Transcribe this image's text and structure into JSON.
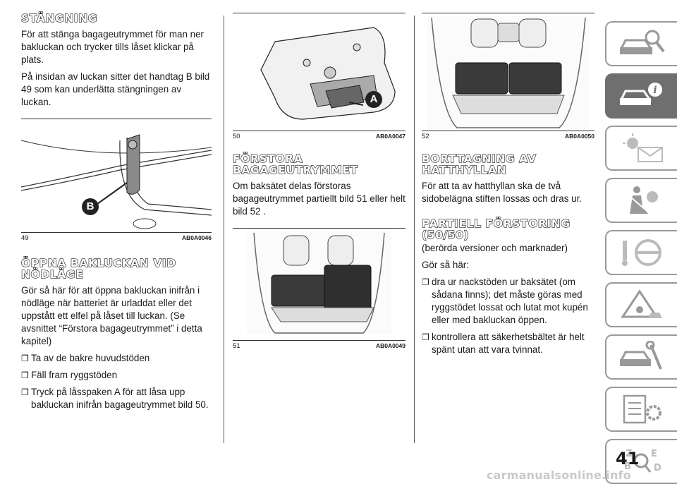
{
  "col1": {
    "h_closing": "STÄNGNING",
    "p_closing1": "För att stänga bagageutrymmet för man ner bakluckan och trycker tills låset klickar på plats.",
    "p_closing2": "På insidan av luckan sitter det handtag B bild 49 som kan underlätta stängningen av luckan.",
    "fig49": {
      "num": "49",
      "code": "AB0A0046",
      "callout": "B"
    },
    "h_emergency": "ÖPPNA BAKLUCKAN VID NÖDLÄGE",
    "p_emergency": "Gör så här för att öppna bakluckan inifrån i nödläge när batteriet är urladdat eller det uppstått ett elfel på låset till luckan. (Se avsnittet “Förstora bagageutrymmet” i detta kapitel)",
    "steps": [
      "Ta av de bakre huvudstöden",
      "Fäll fram ryggstöden",
      "Tryck på låsspaken A för att låsa upp bakluckan inifrån bagageutrymmet bild 50."
    ]
  },
  "col2": {
    "fig50": {
      "num": "50",
      "code": "AB0A0047",
      "callout": "A"
    },
    "h_enlarge": "FÖRSTORA BAGAGEUTRYMMET",
    "p_enlarge": "Om baksätet delas förstoras bagageutrymmet partiellt bild 51 eller helt bild 52 .",
    "fig51": {
      "num": "51",
      "code": "AB0A0049"
    }
  },
  "col3": {
    "fig52": {
      "num": "52",
      "code": "AB0A0050"
    },
    "h_shelf": "BORTTAGNING AV HATTHYLLAN",
    "p_shelf": "För att ta av hatthyllan ska de två sidobelägna stiften lossas och dras ur.",
    "h_partial": "PARTIELL FÖRSTORING (50/50)",
    "p_partial_sub": "(berörda versioner och marknader)",
    "p_partial_intro": "Gör så här:",
    "steps": [
      "dra ur nackstöden ur baksätet (om sådana finns); det måste göras med ryggstödet lossat och lutat mot kupén eller med bakluckan öppen.",
      "kontrollera att säkerhetsbältet är helt spänt utan att vara tvinnat."
    ]
  },
  "bullet_glyph": "❐",
  "side_tabs": [
    {
      "icon": "car-search-icon",
      "active": false
    },
    {
      "icon": "car-info-icon",
      "active": true
    },
    {
      "icon": "dashboard-lights-icon",
      "active": false
    },
    {
      "icon": "seat-airbag-icon",
      "active": false
    },
    {
      "icon": "steering-wheel-icon",
      "active": false
    },
    {
      "icon": "warning-triangle-icon",
      "active": false
    },
    {
      "icon": "car-wrench-icon",
      "active": false
    },
    {
      "icon": "document-gear-icon",
      "active": false
    },
    {
      "icon": "alphabet-index-icon",
      "active": false
    }
  ],
  "page_number": "41",
  "watermark": "carmanualsonline.info"
}
